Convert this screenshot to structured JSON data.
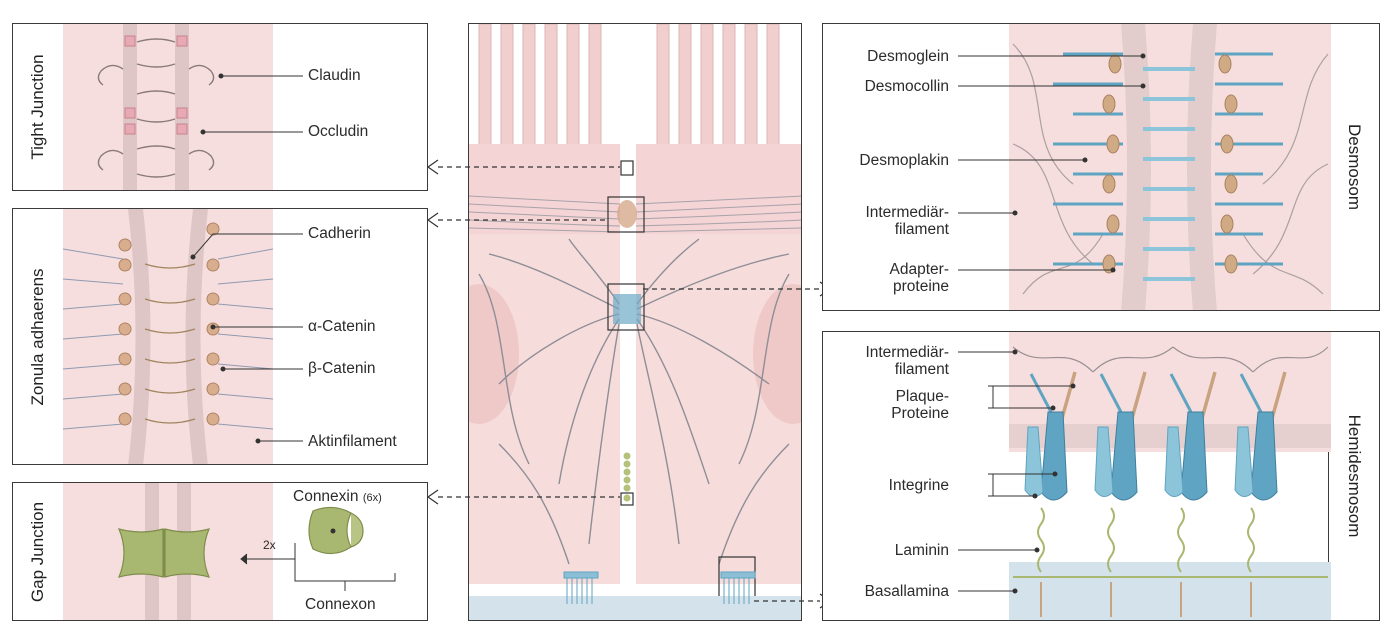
{
  "panels": {
    "tight_junction": {
      "title": "Tight Junction",
      "labels": [
        "Claudin",
        "Occludin"
      ]
    },
    "zonula_adhaerens": {
      "title": "Zonula adhaerens",
      "labels": [
        "Cadherin",
        "α-Catenin",
        "β-Catenin",
        "Aktinfilament"
      ]
    },
    "gap_junction": {
      "title": "Gap Junction",
      "connexin": "Connexin",
      "connexin_count": "(6x)",
      "connexon": "Connexon",
      "multiplier": "2x"
    },
    "desmosom": {
      "title": "Desmosom",
      "labels": [
        "Desmoglein",
        "Desmocollin",
        "Desmoplakin",
        "Intermediär-",
        "filament",
        "Adapter-",
        "proteine"
      ]
    },
    "hemidesmosom": {
      "title": "Hemidesmosom",
      "labels": [
        "Intermediär-",
        "filament",
        "Plaque-",
        "Proteine",
        "Integrine",
        "Laminin",
        "Basallamina"
      ]
    }
  },
  "colors": {
    "cell_pink": "#f6dede",
    "membrane": "#dcc6c6",
    "basal_blue": "#d2e1ea",
    "desmo_blue": "#5fa4c2",
    "adapter_tan": "#c9a27f",
    "connexin_green": "#a9b870",
    "filament_grey": "#8e8e96"
  }
}
